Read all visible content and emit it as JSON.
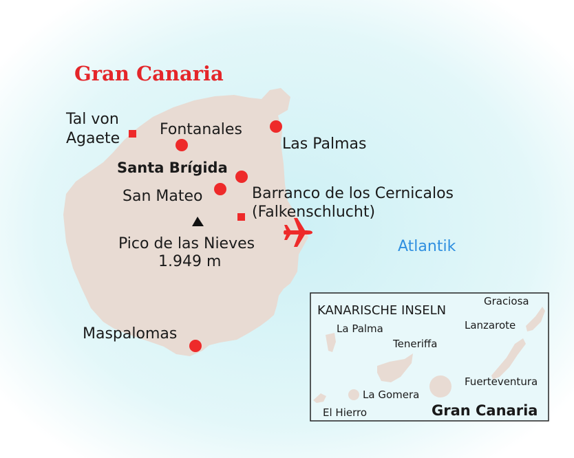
{
  "map": {
    "title": "Gran Canaria",
    "sea_label": "Atlantik",
    "places": {
      "tal_von_agaete_line1": "Tal von",
      "tal_von_agaete_line2": "Agaete",
      "fontanales": "Fontanales",
      "las_palmas": "Las Palmas",
      "santa_brigida": "Santa Brígida",
      "san_mateo": "San Mateo",
      "barranco_line1": "Barranco de los Cernicalos",
      "barranco_line2": "(Falkenschlucht)",
      "pico_line1": "Pico  de las Nieves",
      "pico_line2": "1.949 m",
      "maspalomas": "Maspalomas"
    }
  },
  "inset": {
    "title": "KANARISCHE INSELN",
    "islands": {
      "graciosa": "Graciosa",
      "la_palma": "La Palma",
      "lanzarote": "Lanzarote",
      "teneriffa": "Teneriffa",
      "fuerteventura": "Fuerteventura",
      "la_gomera": "La Gomera",
      "el_hierro": "El Hierro",
      "gran_canaria": "Gran Canaria"
    }
  },
  "colors": {
    "sea_gradient_center": "#cdf0f5",
    "sea_gradient_edge": "#ffffff",
    "land": "#e8dbd3",
    "marker_red": "#ee2a2a",
    "title_red": "#e4262a",
    "sea_label_blue": "#2f8fe0",
    "text": "#1a1a1a"
  },
  "icons": {
    "town": "red-circle-icon",
    "sight": "red-square-icon",
    "peak": "black-triangle-icon",
    "airport": "airplane-icon"
  }
}
